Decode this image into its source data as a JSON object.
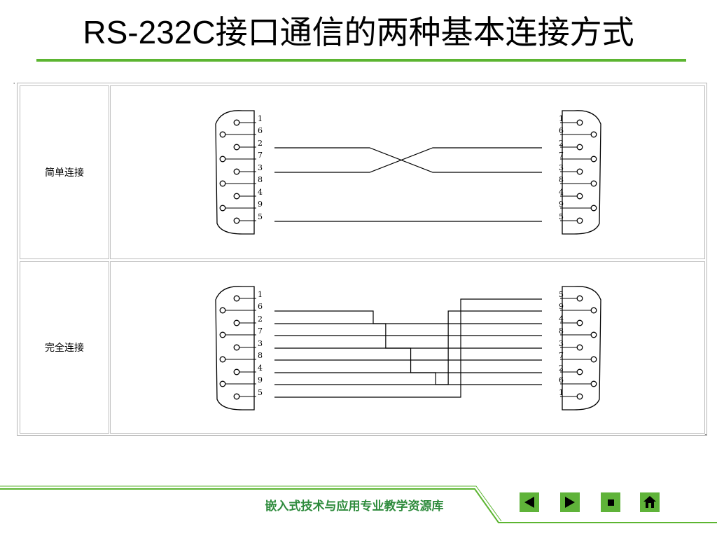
{
  "slide": {
    "title": "RS-232C接口通信的两种基本连接方式",
    "footer": "嵌入式技术与应用专业教学资源库",
    "accent_color": "#5cb531"
  },
  "table": {
    "rows": [
      {
        "label": "简单连接",
        "left_pins": [
          "1",
          "6",
          "2",
          "7",
          "3",
          "8",
          "4",
          "9",
          "5"
        ],
        "right_pins": [
          "1",
          "6",
          "2",
          "7",
          "3",
          "8",
          "4",
          "9",
          "5"
        ],
        "connections": [
          {
            "from": "2",
            "to": "3"
          },
          {
            "from": "3",
            "to": "2"
          },
          {
            "from": "5",
            "to": "5"
          }
        ]
      },
      {
        "label": "完全连接",
        "left_pins": [
          "1",
          "6",
          "2",
          "7",
          "3",
          "8",
          "4",
          "9",
          "5"
        ],
        "right_pins": [
          "5",
          "9",
          "4",
          "8",
          "3",
          "7",
          "2",
          "6",
          "1"
        ],
        "connections": [
          {
            "from": "6",
            "to": "4"
          },
          {
            "from": "2",
            "to": "3"
          },
          {
            "from": "7",
            "to": "8"
          },
          {
            "from": "3",
            "to": "2"
          },
          {
            "from": "8",
            "to": "7"
          },
          {
            "from": "4",
            "to": "6"
          },
          {
            "from": "9",
            "to": "9"
          },
          {
            "from": "5",
            "to": "5"
          }
        ]
      }
    ]
  },
  "nav": [
    {
      "name": "prev",
      "icon": "triangle-left-icon"
    },
    {
      "name": "next",
      "icon": "triangle-right-icon"
    },
    {
      "name": "stop",
      "icon": "square-icon"
    },
    {
      "name": "home",
      "icon": "home-icon"
    }
  ]
}
